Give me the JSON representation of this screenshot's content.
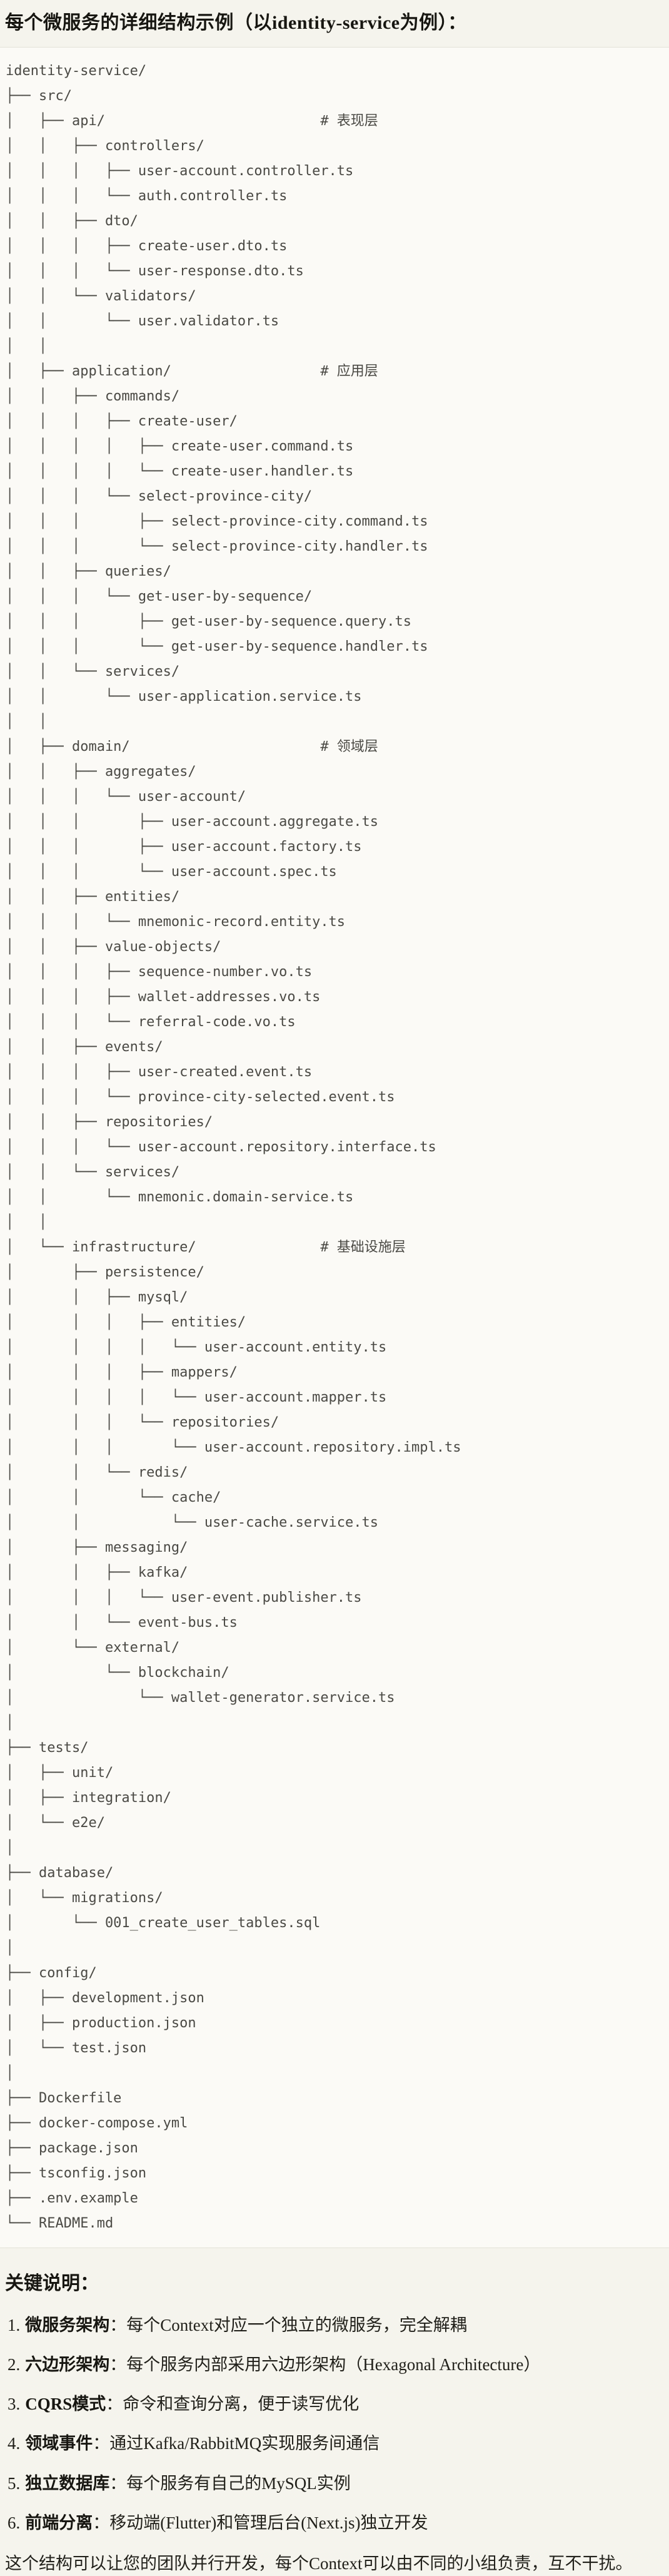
{
  "page": {
    "title": "每个微服务的详细结构示例（以identity-service为例）："
  },
  "code_block": {
    "language": "plain-text-tree",
    "lines": [
      "identity-service/",
      "├── src/",
      "│   ├── api/                          # 表现层",
      "│   │   ├── controllers/",
      "│   │   │   ├── user-account.controller.ts",
      "│   │   │   └── auth.controller.ts",
      "│   │   ├── dto/",
      "│   │   │   ├── create-user.dto.ts",
      "│   │   │   └── user-response.dto.ts",
      "│   │   └── validators/",
      "│   │       └── user.validator.ts",
      "│   │",
      "│   ├── application/                  # 应用层",
      "│   │   ├── commands/",
      "│   │   │   ├── create-user/",
      "│   │   │   │   ├── create-user.command.ts",
      "│   │   │   │   └── create-user.handler.ts",
      "│   │   │   └── select-province-city/",
      "│   │   │       ├── select-province-city.command.ts",
      "│   │   │       └── select-province-city.handler.ts",
      "│   │   ├── queries/",
      "│   │   │   └── get-user-by-sequence/",
      "│   │   │       ├── get-user-by-sequence.query.ts",
      "│   │   │       └── get-user-by-sequence.handler.ts",
      "│   │   └── services/",
      "│   │       └── user-application.service.ts",
      "│   │",
      "│   ├── domain/                       # 领域层",
      "│   │   ├── aggregates/",
      "│   │   │   └── user-account/",
      "│   │   │       ├── user-account.aggregate.ts",
      "│   │   │       ├── user-account.factory.ts",
      "│   │   │       └── user-account.spec.ts",
      "│   │   ├── entities/",
      "│   │   │   └── mnemonic-record.entity.ts",
      "│   │   ├── value-objects/",
      "│   │   │   ├── sequence-number.vo.ts",
      "│   │   │   ├── wallet-addresses.vo.ts",
      "│   │   │   └── referral-code.vo.ts",
      "│   │   ├── events/",
      "│   │   │   ├── user-created.event.ts",
      "│   │   │   └── province-city-selected.event.ts",
      "│   │   ├── repositories/",
      "│   │   │   └── user-account.repository.interface.ts",
      "│   │   └── services/",
      "│   │       └── mnemonic.domain-service.ts",
      "│   │",
      "│   └── infrastructure/               # 基础设施层",
      "│       ├── persistence/",
      "│       │   ├── mysql/",
      "│       │   │   ├── entities/",
      "│       │   │   │   └── user-account.entity.ts",
      "│       │   │   ├── mappers/",
      "│       │   │   │   └── user-account.mapper.ts",
      "│       │   │   └── repositories/",
      "│       │   │       └── user-account.repository.impl.ts",
      "│       │   └── redis/",
      "│       │       └── cache/",
      "│       │           └── user-cache.service.ts",
      "│       ├── messaging/",
      "│       │   ├── kafka/",
      "│       │   │   └── user-event.publisher.ts",
      "│       │   └── event-bus.ts",
      "│       └── external/",
      "│           └── blockchain/",
      "│               └── wallet-generator.service.ts",
      "│",
      "├── tests/",
      "│   ├── unit/",
      "│   ├── integration/",
      "│   └── e2e/",
      "│",
      "├── database/",
      "│   └── migrations/",
      "│       └── 001_create_user_tables.sql",
      "│",
      "├── config/",
      "│   ├── development.json",
      "│   ├── production.json",
      "│   └── test.json",
      "│",
      "├── Dockerfile",
      "├── docker-compose.yml",
      "├── package.json",
      "├── tsconfig.json",
      "├── .env.example",
      "└── README.md"
    ]
  },
  "notes": {
    "heading": "关键说明：",
    "items": [
      {
        "num": "1.",
        "label": "微服务架构",
        "text": "：每个Context对应一个独立的微服务，完全解耦"
      },
      {
        "num": "2.",
        "label": "六边形架构",
        "text": "：每个服务内部采用六边形架构（Hexagonal Architecture）"
      },
      {
        "num": "3.",
        "label": "CQRS模式",
        "text": "：命令和查询分离，便于读写优化"
      },
      {
        "num": "4.",
        "label": "领域事件",
        "text": "：通过Kafka/RabbitMQ实现服务间通信"
      },
      {
        "num": "5.",
        "label": "独立数据库",
        "text": "：每个服务有自己的MySQL实例"
      },
      {
        "num": "6.",
        "label": "前端分离",
        "text": "：移动端(Flutter)和管理后台(Next.js)独立开发"
      }
    ],
    "footer": "这个结构可以让您的团队并行开发，每个Context可以由不同的小组负责，互不干扰。"
  }
}
